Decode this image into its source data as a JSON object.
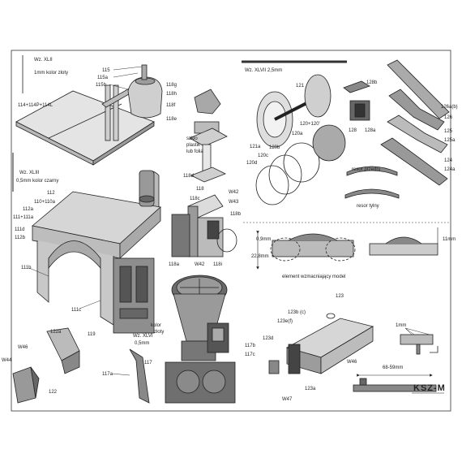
{
  "labels": {
    "wz_xlii": "Wz. XLII",
    "kolor_zloty_1mm": "1mm kolor złoty",
    "l115": "115",
    "l115a": "115a",
    "l115b": "115b",
    "l114": "114+114P+114L",
    "wz_xliii": "Wz. XLIII",
    "kolor_czarny": "0,5mm kolor czarny",
    "l118g": "118g",
    "l118h": "118h",
    "l118f": "118f",
    "l118e": "118e",
    "szklo": "szkło",
    "plastik": "plastik",
    "lub_folia": "lub folia",
    "l118d": "118d",
    "l118": "118",
    "l118c": "118c",
    "w42a": "W42",
    "w43": "W43",
    "l118b": "118b",
    "l118a": "118a",
    "w42b": "W42",
    "l118i": "118i",
    "l112": "112",
    "l110": "110+110a",
    "l112a": "112a",
    "l111": "111+111a",
    "l111d": "111d",
    "l112b": "112b",
    "l111b": "111b",
    "l111c": "111c",
    "l119": "119",
    "wz_xlvi": "Wz. XLVI",
    "wz_xlvi_size": "0,5mm",
    "kolor": "kolor",
    "zloty": "złoty",
    "l117": "117",
    "l117a": "117a",
    "l117b": "117b",
    "l117c": "117c",
    "l122a": "122a",
    "w46a": "W46",
    "w44": "W44",
    "l122": "122",
    "wz_xlvii": "Wz. XLVII 2,5mm",
    "l121": "121",
    "l120": "120+120'",
    "l121a": "121a",
    "l120a": "120a",
    "l120b": "120b",
    "l120c": "120c",
    "l120d": "120d",
    "l128b": "128b",
    "l128": "128",
    "l128a": "128a",
    "resor_przedni": "resor przedni",
    "resor_tylny": "resor tylny",
    "l126a": "126a(b)",
    "l126": "126",
    "l125": "125",
    "l125a": "125a",
    "l124": "124",
    "l124a": "124a",
    "d09": "0,9mm",
    "d228": "22,8mm",
    "d11": "11mm",
    "element": "element wzmacniający model",
    "l123": "123",
    "l123b": "123b (c)",
    "l123f": "123e(f)",
    "l123d": "123d",
    "w46b": "W46",
    "w47": "W47",
    "l123a": "123a",
    "d1": "1mm",
    "d68": "68-59mm",
    "logo": "KSZ-M"
  }
}
